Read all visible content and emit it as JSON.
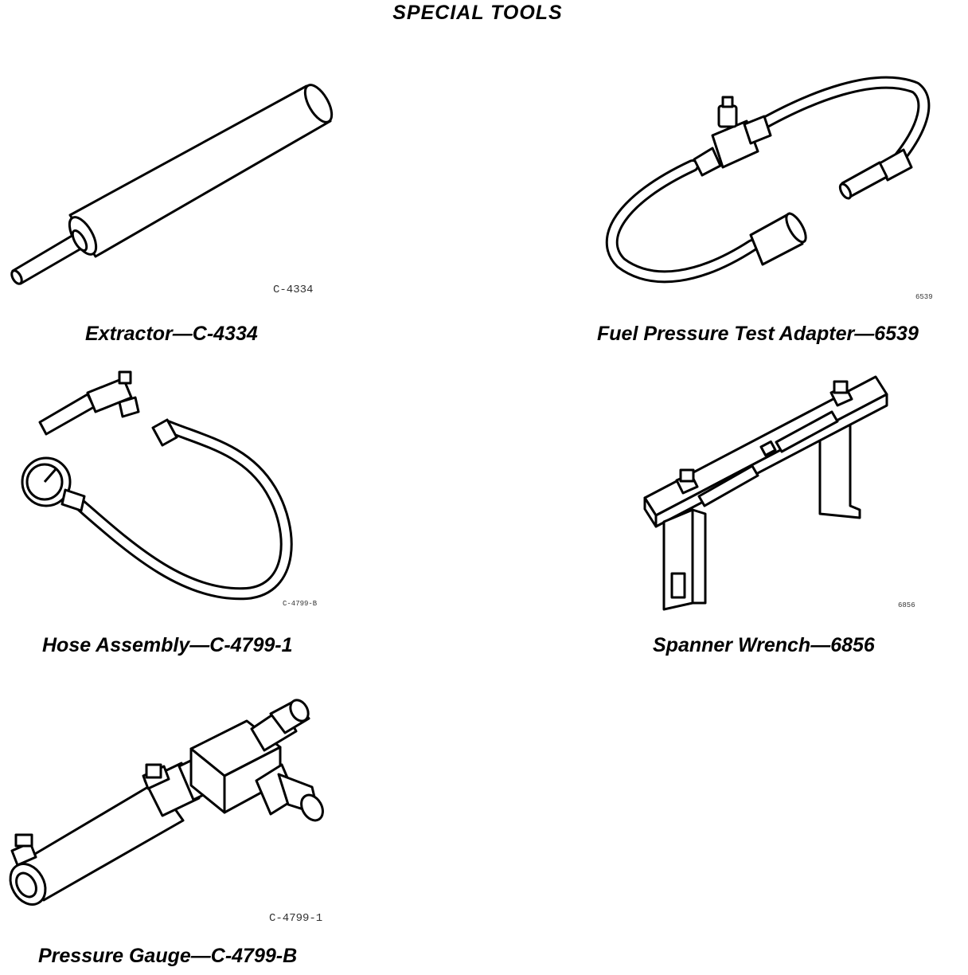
{
  "page": {
    "title": "SPECIAL TOOLS"
  },
  "tools": [
    {
      "caption": "Extractor—C-4334",
      "figure_code": "C-4334"
    },
    {
      "caption": "Fuel Pressure Test Adapter—6539",
      "figure_code": "6539"
    },
    {
      "caption": "Hose Assembly—C-4799-1",
      "figure_code": "C-4799-B"
    },
    {
      "caption": "Spanner Wrench—6856",
      "figure_code": "6856"
    },
    {
      "caption": "Pressure Gauge—C-4799-B",
      "figure_code": "C-4799-1"
    }
  ]
}
